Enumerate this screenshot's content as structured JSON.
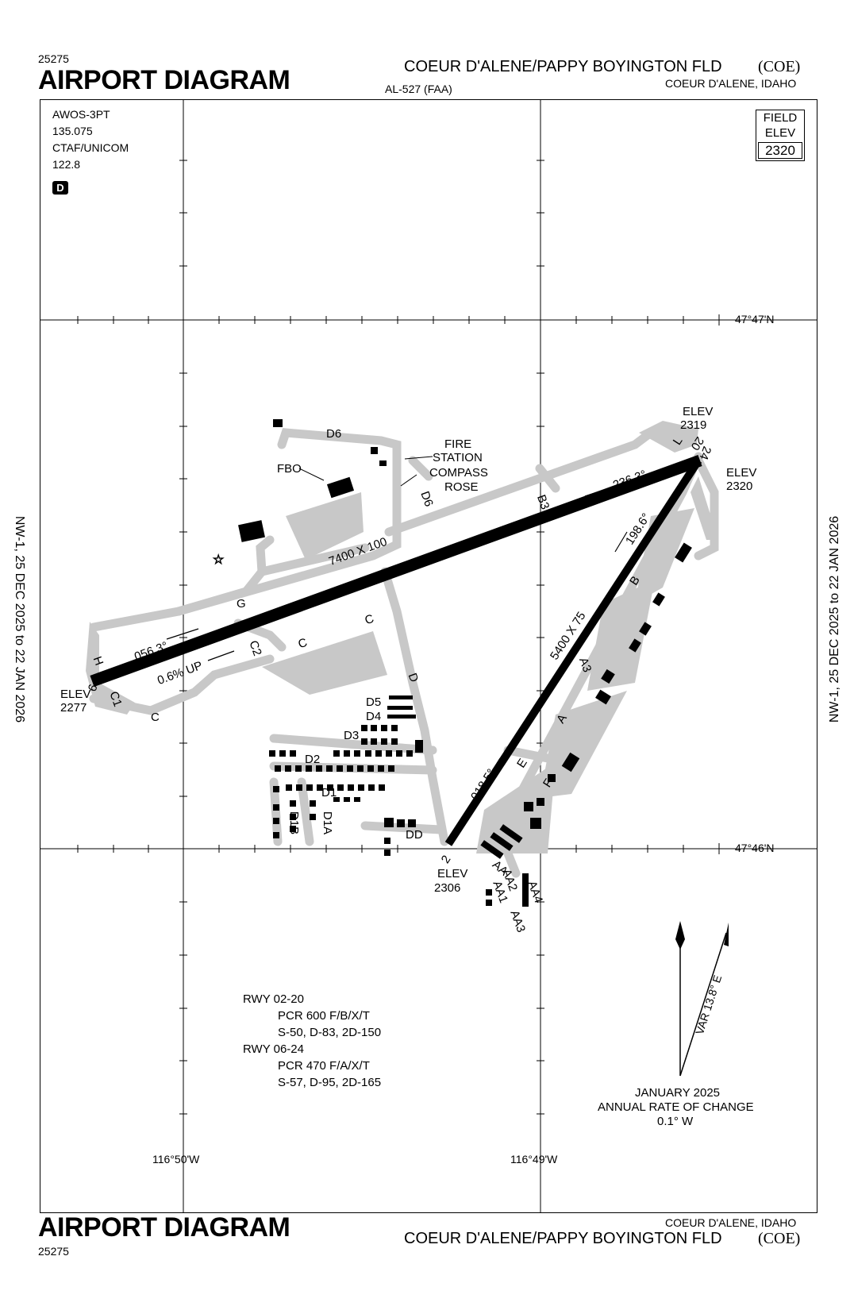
{
  "header": {
    "chart_number": "25275",
    "title": "AIRPORT DIAGRAM",
    "airport_name": "COEUR D'ALENE/PAPPY BOYINGTON FLD",
    "airport_id": "(COE)",
    "city_state": "COEUR D'ALENE, IDAHO",
    "procedure_id": "AL-527 (FAA)"
  },
  "footer": {
    "chart_number": "25275",
    "title": "AIRPORT DIAGRAM",
    "airport_name": "COEUR D'ALENE/PAPPY BOYINGTON FLD",
    "airport_id": "(COE)",
    "city_state": "COEUR D'ALENE, IDAHO"
  },
  "side_label": {
    "left": "NW-1,  25 DEC 2025  to  22 JAN 2026",
    "right": "NW-1,  25 DEC 2025  to  22 JAN 2026"
  },
  "comms": {
    "awos": "AWOS-3PT",
    "awos_freq": "135.075",
    "ctaf": "CTAF/UNICOM",
    "ctaf_freq": "122.8",
    "d_symbol": "D"
  },
  "field_elev": {
    "line1": "FIELD",
    "line2": "ELEV",
    "value": "2320"
  },
  "coordinates": {
    "lat_north": "47°47'N",
    "lat_south": "47°46'N",
    "lon_west": "116°50'W",
    "lon_east": "116°49'W"
  },
  "runway_06_24": {
    "dims": "7400 X 100",
    "end_06": "6",
    "end_24": "24",
    "hdg_056": "056.3°",
    "hdg_236": "236.3°",
    "slope": "0.6% UP",
    "elev_06_label": "ELEV",
    "elev_06": "2277",
    "elev_24_label": "ELEV",
    "elev_24": "2320"
  },
  "runway_02_20": {
    "dims": "5400 X 75",
    "end_02": "2",
    "end_20": "20",
    "hdg_018": "018.5°",
    "hdg_198": "198.6°",
    "elev_02_label": "ELEV",
    "elev_02": "2306",
    "elev_20_label": "ELEV",
    "elev_20": "2319"
  },
  "taxiways": {
    "d6_top": "D6",
    "d6_mid": "D6",
    "g": "G",
    "c2": "C2",
    "c_upper": "C",
    "c_lower": "C",
    "c_mid": "C",
    "c1": "C1",
    "h": "H",
    "d": "D",
    "d1": "D1",
    "d1a": "D1A",
    "d1b": "D1B",
    "d2": "D2",
    "d3": "D3",
    "d4": "D4",
    "d5": "D5",
    "dd": "DD",
    "b": "B",
    "b3": "B3",
    "a": "A",
    "a3": "A3",
    "e": "E",
    "f": "F",
    "l": "L",
    "aa": "AA",
    "aa1": "AA1",
    "aa2": "AA2",
    "aa3": "AA3",
    "aa4": "AA4"
  },
  "features": {
    "fbo": "FBO",
    "fire1": "FIRE",
    "fire2": "STATION",
    "compass1": "COMPASS",
    "compass2": "ROSE"
  },
  "pcr": {
    "rwy1": "RWY 02-20",
    "rwy1_pcr": "PCR 600 F/B/X/T",
    "rwy1_wt": "S-50, D-83, 2D-150",
    "rwy2": "RWY 06-24",
    "rwy2_pcr": "PCR 470 F/A/X/T",
    "rwy2_wt": "S-57, D-95, 2D-165"
  },
  "magvar": {
    "var": "VAR 13.8° E",
    "date": "JANUARY 2025",
    "rate_label": "ANNUAL RATE OF CHANGE",
    "rate": "0.1° W"
  }
}
